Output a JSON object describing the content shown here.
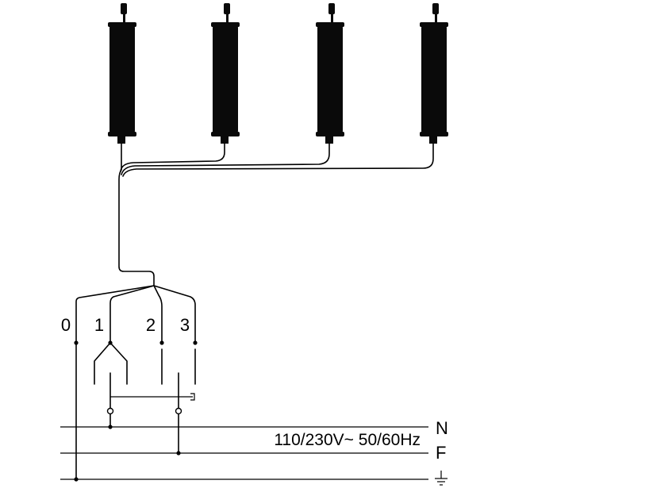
{
  "heater_count": 4,
  "switch": {
    "positions": [
      "0",
      "1",
      "2",
      "3"
    ]
  },
  "supply": {
    "rating": "110/230V~ 50/60Hz",
    "lines": [
      {
        "id": "neutral",
        "label": "N"
      },
      {
        "id": "phase",
        "label": "F"
      },
      {
        "id": "earth",
        "label": "",
        "icon": "earth-ground-icon"
      }
    ]
  },
  "colors": {
    "line": "#000000",
    "heater_body": "#0a0a0a",
    "background": "#ffffff"
  }
}
